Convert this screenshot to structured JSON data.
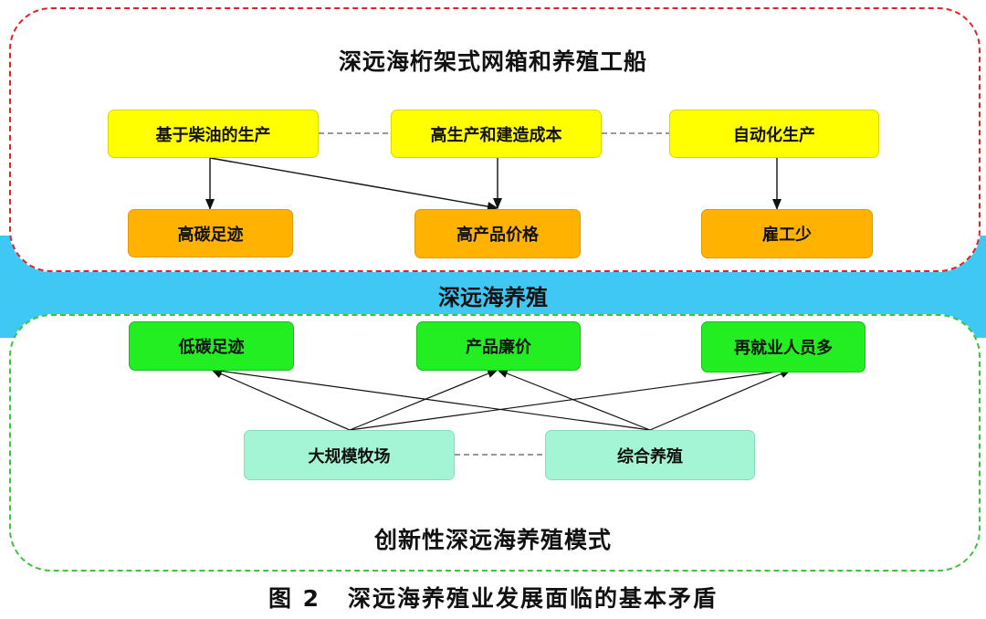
{
  "top": {
    "title": "深远海桁架式网箱和养殖工船",
    "causes": [
      "基于柴油的生产",
      "高生产和建造成本",
      "自动化生产"
    ],
    "effects": [
      "高碳足迹",
      "高产品价格",
      "雇工少"
    ]
  },
  "middle": {
    "label": "深远海养殖"
  },
  "bottom": {
    "title": "创新性深远海养殖模式",
    "benefits": [
      "低碳足迹",
      "产品廉价",
      "再就业人员多"
    ],
    "modes": [
      "大规模牧场",
      "综合养殖"
    ]
  },
  "caption": {
    "figure": "图 2",
    "text": "深远海养殖业发展面临的基本矛盾"
  },
  "colors": {
    "top_border": "#e02424",
    "bottom_border": "#3cc43c",
    "band": "#3fc8f4",
    "cause": "#ffff00",
    "effect": "#ffb300",
    "benefit": "#22ee22",
    "mode": "#a4f5d6"
  }
}
